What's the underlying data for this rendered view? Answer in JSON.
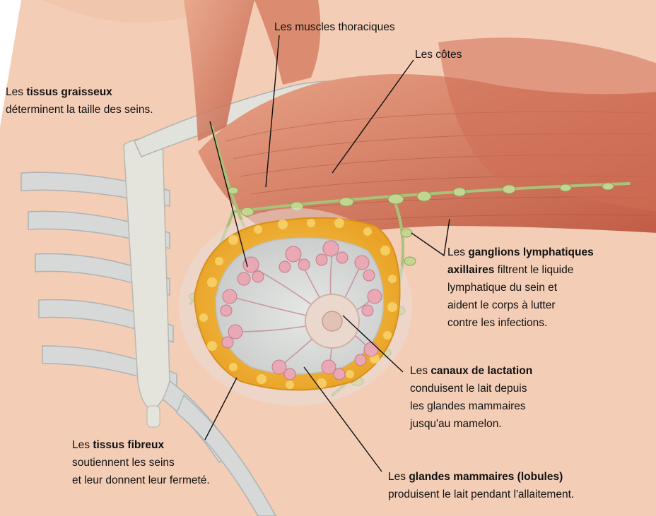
{
  "labels": {
    "muscles": {
      "text": "Les muscles thoraciques"
    },
    "cotes": {
      "text": "Les côtes"
    },
    "graisseux": {
      "prefix": "Les ",
      "bold": "tissus graisseux",
      "line2": "déterminent la taille des seins."
    },
    "ganglions": {
      "prefix": "Les ",
      "bold1": "ganglions lymphatiques",
      "bold2": "axillaires",
      "rest2": " filtrent le liquide",
      "line3": "lymphatique du sein et",
      "line4": "aident le corps à lutter",
      "line5": "contre les infections."
    },
    "canaux": {
      "prefix": "Les ",
      "bold": "canaux de lactation",
      "line2": "conduisent le lait depuis",
      "line3": "les glandes mammaires",
      "line4": "jusqu'au mamelon."
    },
    "fibreux": {
      "prefix": "Les ",
      "bold": "tissus fibreux",
      "line2": "soutiennent les seins",
      "line3": "et leur donnent leur fermeté."
    },
    "glandes": {
      "prefix": "Les ",
      "bold": "glandes mammaires (lobules)",
      "line2": "produisent le lait pendant l'allaitement."
    }
  },
  "colors": {
    "skin": "#f3c9b0",
    "muscle": "#c8664e",
    "muscle_light": "#e08f72",
    "rib": "#d9dcdc",
    "fat": "#f2b636",
    "lymph": "#b9cf86",
    "lobule": "#e8a9b5",
    "duct": "#d7dad9"
  }
}
